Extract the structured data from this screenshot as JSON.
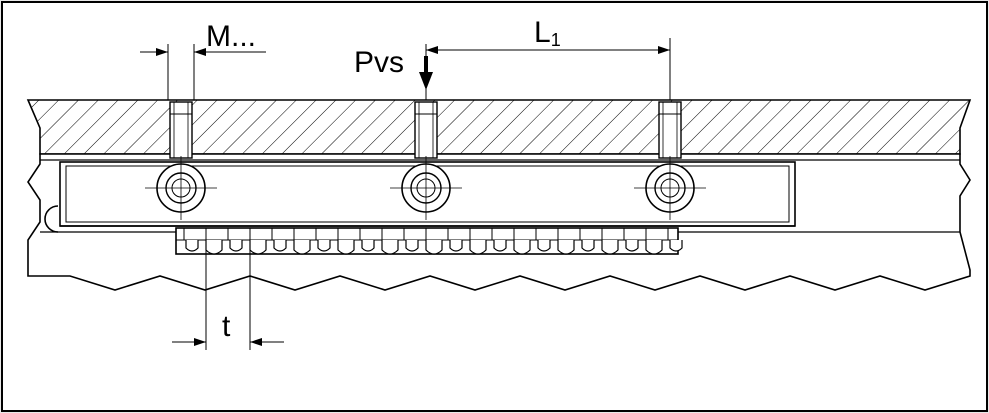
{
  "labels": {
    "m_thread": "M...",
    "pvs": "Pvs",
    "l_main": "L",
    "l_sub": "1",
    "pitch": "t"
  },
  "colors": {
    "background": "#ffffff",
    "frame_fill": "#e8e8e8",
    "line": "#000000"
  }
}
